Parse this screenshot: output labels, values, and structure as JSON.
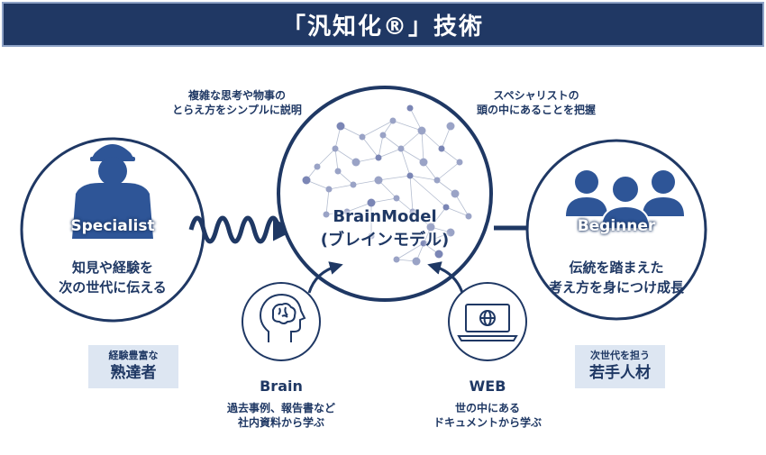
{
  "title": "「汎知化®」技術",
  "specialist": {
    "label": "Specialist",
    "desc": [
      "知見や経験を",
      "次の世代に伝える"
    ],
    "tag_small": "経験豊富な",
    "tag_big": "熟達者"
  },
  "brainmodel": {
    "caption_left": [
      "複雑な思考や物事の",
      "とらえ方をシンプルに説明"
    ],
    "caption_right": [
      "スペシャリストの",
      "頭の中にあることを把握"
    ],
    "name": [
      "BrainModel",
      "(ブレインモデル)"
    ]
  },
  "beginner": {
    "label": "Beginner",
    "desc": [
      "伝統を踏まえた",
      "考え方を身につけ成長"
    ],
    "tag_small": "次世代を担う",
    "tag_big": "若手人材"
  },
  "brain_source": {
    "title": "Brain",
    "desc": [
      "過去事例、報告書など",
      "社内資料から学ぶ"
    ],
    "icon": "brain-head-icon"
  },
  "web_source": {
    "title": "WEB",
    "desc": [
      "世の中にある",
      "ドキュメントから学ぶ"
    ],
    "icon": "laptop-globe-icon"
  },
  "colors": {
    "navy": "#1f3864",
    "banner": "#203864",
    "icon_blue": "#2e5597",
    "tag_bg": "#dde6f2"
  }
}
